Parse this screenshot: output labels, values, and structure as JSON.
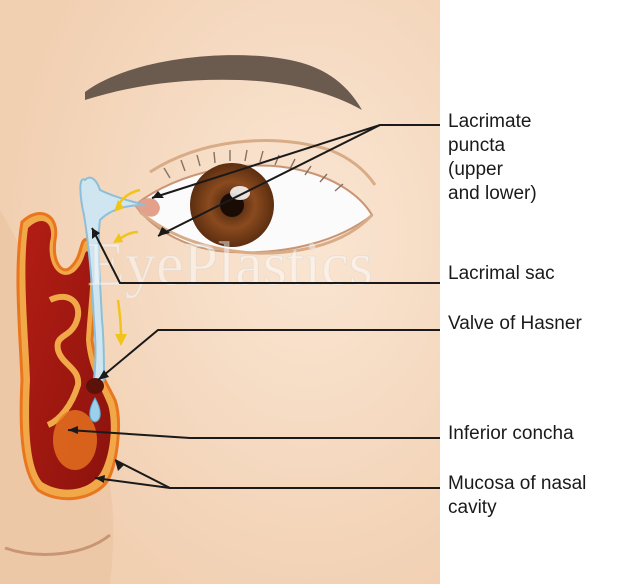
{
  "labels": {
    "lacrimal_puncta": "Lacrimate\npuncta\n(upper\nand lower)",
    "lacrimal_sac": "Lacrimal sac",
    "valve_of_hasner": "Valve of Hasner",
    "inferior_concha": "Inferior concha",
    "mucosa": "Mucosa of nasal\ncavity"
  },
  "watermark": "EyePlastics",
  "colors": {
    "skin": "#f6dcc4",
    "skin_shadow": "#e7bd99",
    "eyebrow": "#6b5a4e",
    "iris": "#8a4a1e",
    "duct": "#cfe6f1",
    "duct_outline": "#8cbfd9",
    "mucosa_red": "#b21d14",
    "mucosa_orange": "#e9761f",
    "tear_arrow": "#f0c419",
    "leader": "#1a1a1a"
  }
}
